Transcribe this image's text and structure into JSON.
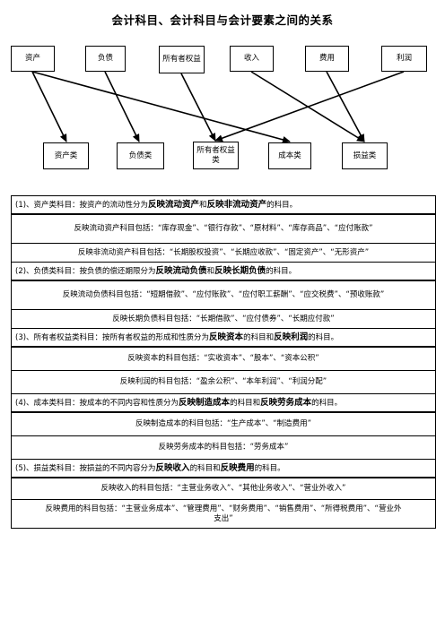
{
  "title": "会计科目、会计科目与会计要素之间的关系",
  "elements": [
    "资产",
    "负债",
    "所有者权益",
    "收入",
    "费用",
    "利润"
  ],
  "categories": [
    "资产类",
    "负债类",
    "所有者权益类",
    "成本类",
    "损益类"
  ],
  "rows": {
    "r1": {
      "pre": "(1)、资产类科目：按资产的流动性分为",
      "b1": "反映流动资产",
      "mid": "和",
      "b2": "反映非流动资产",
      "post": "的科目。"
    },
    "r1a": "反映流动资产科目包括：“库存现金”、“银行存款”、“原材料”、“库存商品”、“应付账款”",
    "r1b": "反映非流动资产科目包括：“长期股权投资”、“长期应收款”、“固定资产”、“无形资产”",
    "r2": {
      "pre": "(2)、负债类科目：按负债的偿还期限分为",
      "b1": "反映流动负债",
      "mid": "和",
      "b2": "反映长期负债",
      "post": "的科目。"
    },
    "r2a": "反映流动负债科目包括：“短期借款”、“应付账款”、“应付职工薪酬”、“应交税费”、“预收账款”",
    "r2b": "反映长期负债科目包括：“长期借款”、“应付债券”、“长期应付款”",
    "r3": {
      "pre": "(3)、所有者权益类科目：按所有者权益的形成和性质分为",
      "b1": "反映资本",
      "mid": "的科目和",
      "b2": "反映利润",
      "post": "的科目。"
    },
    "r3a": "反映资本的科目包括：“实收资本”、“股本”、“资本公积”",
    "r3b": "反映利润的科目包括：“盈余公积”、“本年利润”、“利润分配”",
    "r4": {
      "pre": "(4)、成本类科目：按成本的不同内容和性质分为",
      "b1": "反映制造成本",
      "mid": "的科目和",
      "b2": "反映劳务成本",
      "post": "的科目。"
    },
    "r4a": "反映制造成本的科目包括：“生产成本”、“制造费用”",
    "r4b": "反映劳务成本的科目包括：“劳务成本”",
    "r5": {
      "pre": "(5)、损益类科目：按损益的不同内容分为",
      "b1": "反映收入",
      "mid": "的科目和",
      "b2": "反映费用",
      "post": "的科目。"
    },
    "r5a": "反映收入的科目包括：“主营业务收入”、“其他业务收入”、“营业外收入”",
    "r5b": "反映费用的科目包括：“主营业务成本”、“管理费用”、“财务费用”、“销售费用”、“所得税费用”、“营业外支出”"
  }
}
